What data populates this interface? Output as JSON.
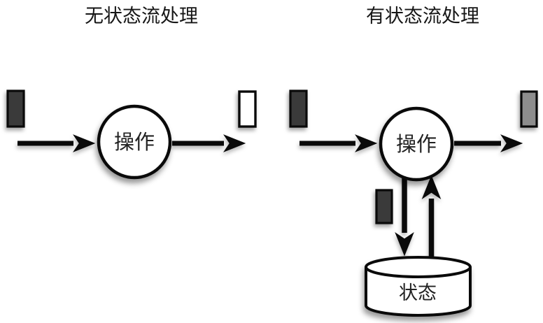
{
  "figure": {
    "left_panel": {
      "title": "无状态流处理",
      "operator_label": "操作"
    },
    "right_panel": {
      "title": "有状态流处理",
      "operator_label": "操作",
      "state_store_label": "状态"
    },
    "colors": {
      "record_dark": "#3a3a3a",
      "record_gray": "#8d8d8d",
      "record_white": "#ffffff",
      "node_fill": "#ffffff",
      "stroke": "#0a0a0a",
      "background": "#ffffff"
    }
  }
}
